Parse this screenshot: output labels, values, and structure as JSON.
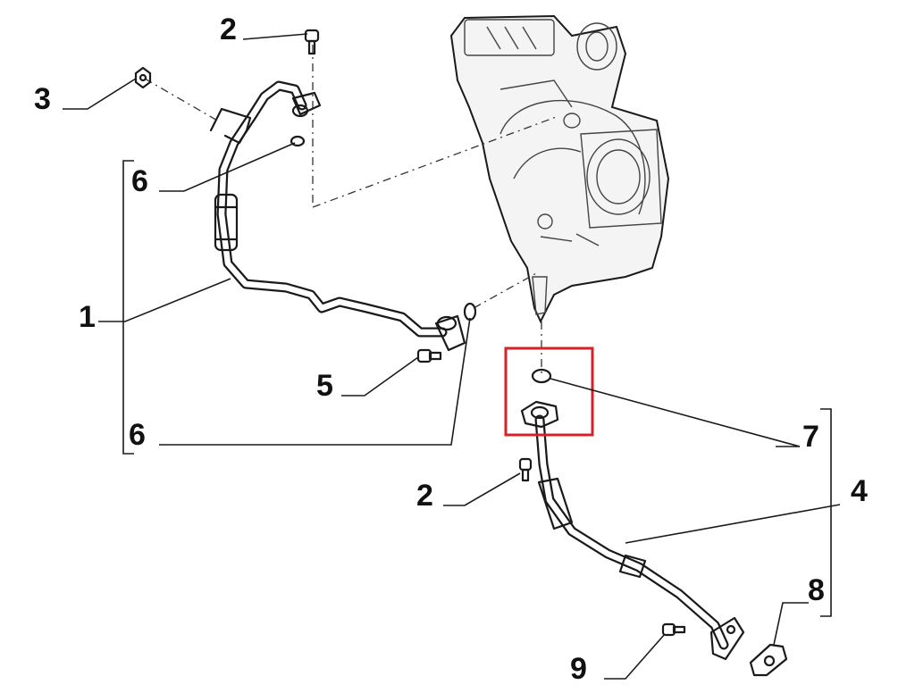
{
  "callouts": [
    {
      "id": "c2a",
      "text": "2"
    },
    {
      "id": "c3",
      "text": "3"
    },
    {
      "id": "c6a",
      "text": "6"
    },
    {
      "id": "c1",
      "text": "1"
    },
    {
      "id": "c5",
      "text": "5"
    },
    {
      "id": "c6b",
      "text": "6"
    },
    {
      "id": "c7",
      "text": "7"
    },
    {
      "id": "c4",
      "text": "4"
    },
    {
      "id": "c2b",
      "text": "2"
    },
    {
      "id": "c8",
      "text": "8"
    },
    {
      "id": "c9",
      "text": "9"
    }
  ],
  "colors": {
    "highlight": "#d9202a",
    "line": "#1a1a1a",
    "background": "#ffffff"
  }
}
